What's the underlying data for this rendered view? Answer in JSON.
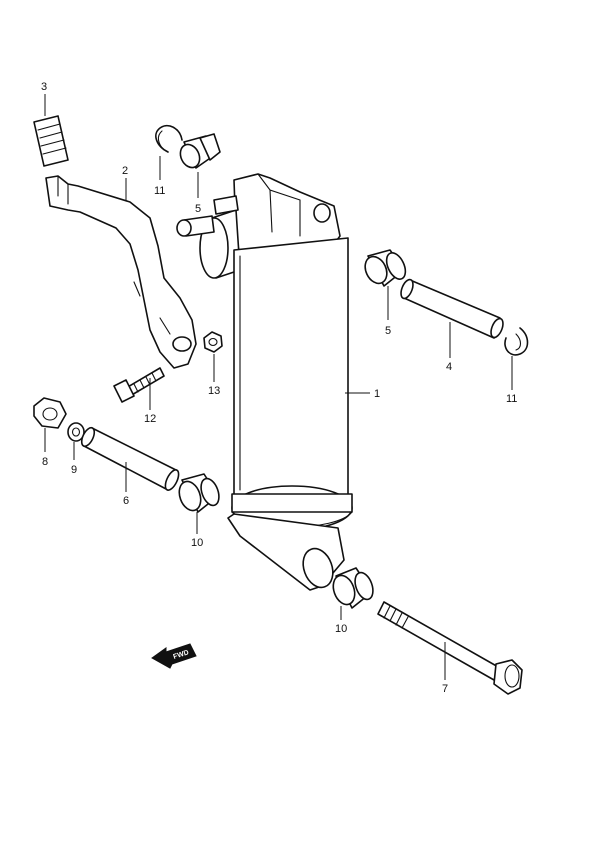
{
  "diagram": {
    "callouts": {
      "c1": "1",
      "c2": "2",
      "c3": "3",
      "c4": "4",
      "c5a": "5",
      "c5b": "5",
      "c6": "6",
      "c7": "7",
      "c8": "8",
      "c9": "9",
      "c10a": "10",
      "c10b": "10",
      "c11a": "11",
      "c11b": "11",
      "c12": "12",
      "c13": "13"
    },
    "direction_badge": "FWD"
  }
}
